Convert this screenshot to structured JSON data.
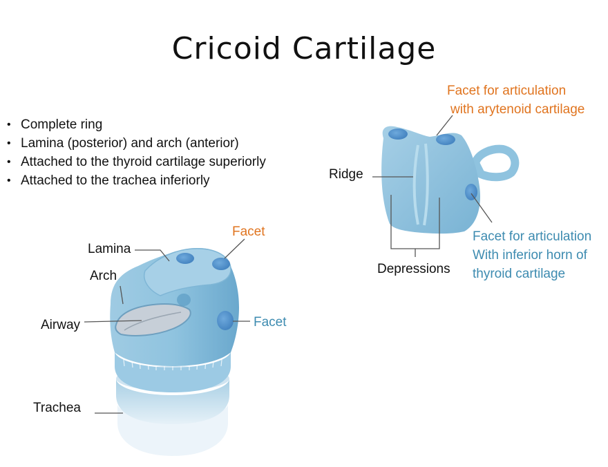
{
  "slide": {
    "title": "Cricoid Cartilage",
    "bullets": [
      "Complete ring",
      "Lamina (posterior) and arch (anterior)",
      "Attached to the thyroid cartilage superiorly",
      "Attached to the trachea inferiorly"
    ]
  },
  "left_figure": {
    "labels": {
      "lamina": "Lamina",
      "arch": "Arch",
      "airway": "Airway",
      "trachea": "Trachea",
      "facet_top": "Facet",
      "facet_side": "Facet"
    }
  },
  "right_figure": {
    "labels": {
      "arytenoid_facet_line1": "Facet for articulation",
      "arytenoid_facet_line2": "with arytenoid cartilage",
      "ridge": "Ridge",
      "depressions": "Depressions",
      "thyroid_facet_line1": "Facet for articulation",
      "thyroid_facet_line2": "With inferior horn of",
      "thyroid_facet_line3": "thyroid cartilage"
    }
  },
  "colors": {
    "orange_label": "#e0741f",
    "blue_label": "#3d8bb0",
    "cartilage": "#8fc3df",
    "cartilage_dark": "#5c9dc4",
    "facet": "#4d8fc9"
  }
}
